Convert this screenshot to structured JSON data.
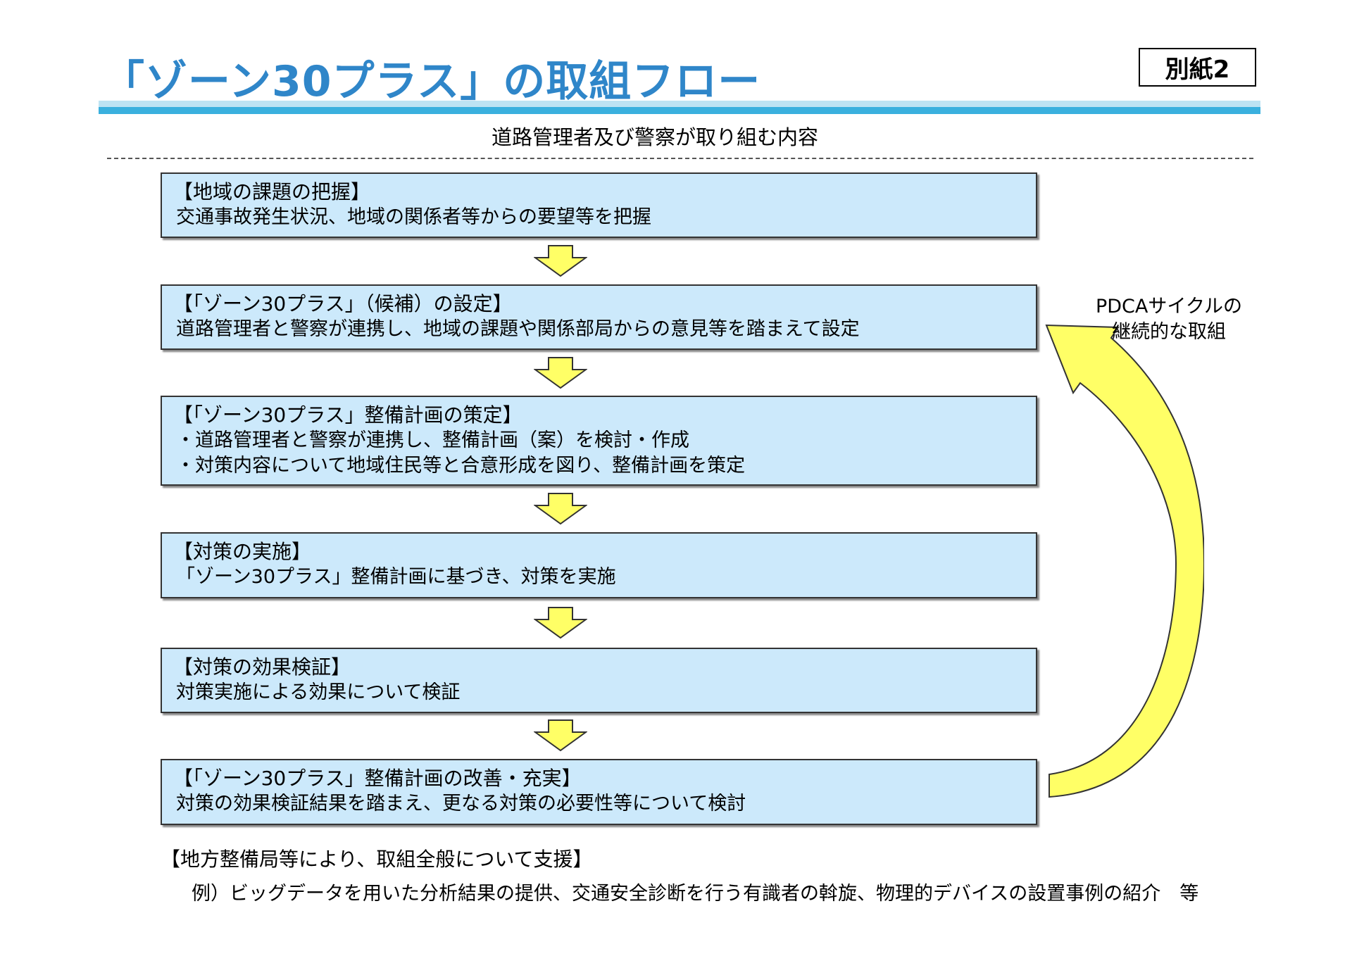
{
  "header": {
    "title": "「ゾーン30プラス」の取組フロー",
    "doc_label": "別紙2",
    "subtitle": "道路管理者及び警察が取り組む内容"
  },
  "steps": [
    {
      "heading": "【地域の課題の把握】",
      "lines": [
        "交通事故発生状況、地域の関係者等からの要望等を把握"
      ]
    },
    {
      "heading": "【「ゾーン30プラス」（候補）の設定】",
      "lines": [
        "道路管理者と警察が連携し、地域の課題や関係部局からの意見等を踏まえて設定"
      ]
    },
    {
      "heading": "【「ゾーン30プラス」整備計画の策定】",
      "lines": [
        "・道路管理者と警察が連携し、整備計画（案）を検討・作成",
        "・対策内容について地域住民等と合意形成を図り、整備計画を策定"
      ]
    },
    {
      "heading": "【対策の実施】",
      "lines": [
        "「ゾーン30プラス」整備計画に基づき、対策を実施"
      ]
    },
    {
      "heading": "【対策の効果検証】",
      "lines": [
        "対策実施による効果について検証"
      ]
    },
    {
      "heading": "【「ゾーン30プラス」整備計画の改善・充実】",
      "lines": [
        "対策の効果検証結果を踏まえ、更なる対策の必要性等について検討"
      ]
    }
  ],
  "cycle": {
    "line1": "PDCAサイクルの",
    "line2": "継続的な取組"
  },
  "footer": {
    "heading": "【地方整備局等により、取組全般について支援】",
    "example": "例）ビッグデータを用いた分析結果の提供、交通安全診断を行う有識者の斡旋、物理的デバイスの設置事例の紹介　等"
  },
  "colors": {
    "title": "#2f86c9",
    "box_fill": "#cce9fb",
    "arrow_fill": "#ffff66",
    "band_light": "#bde3f3",
    "band_dark": "#3ab0de"
  }
}
